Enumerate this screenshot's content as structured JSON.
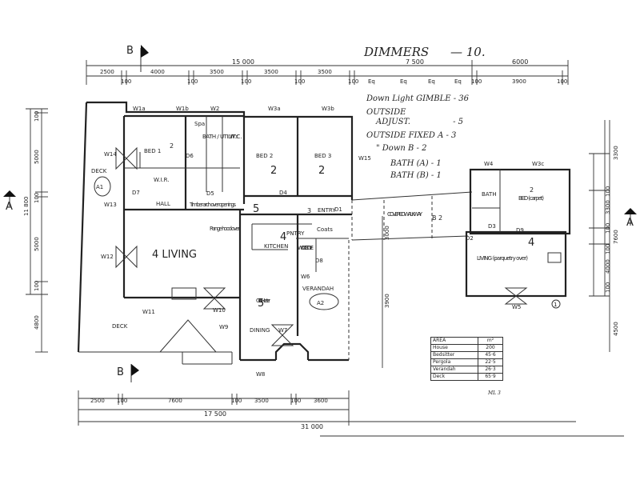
{
  "title": {
    "label": "DIMMERS",
    "value": "— 10."
  },
  "notes": {
    "line1": "Down Light GIMBLE - 36",
    "line2": "OUTSIDE",
    "line3": "ADJUST.",
    "line3_value": "- 5",
    "line4": "OUTSIDE FIXED A - 3",
    "line5": "\" Down B - 2",
    "line6": "BATH (A) - 1",
    "line7": "BATH (B) - 1"
  },
  "dimensions": {
    "top_overall": "15 000",
    "top_segments": [
      "2500",
      "100",
      "4000",
      "100",
      "3500",
      "100",
      "3500",
      "100",
      "3500",
      "100"
    ],
    "top_right_overall": "7 500",
    "top_right_eq": [
      "Eq",
      "Eq",
      "Eq",
      "Eq"
    ],
    "top_right_6000": "6000",
    "top_right_segments": [
      "100",
      "3900",
      "100"
    ],
    "bottom_segments": [
      "2500",
      "100",
      "7600",
      "100",
      "3500",
      "100",
      "3600"
    ],
    "bottom_overall_1": "17 500",
    "bottom_overall_2": "31 000",
    "left_segments": [
      "100",
      "5000",
      "100",
      "5000",
      "100",
      "4800"
    ],
    "left_overall": "11 800",
    "right_segments": [
      "3300",
      "100",
      "3300",
      "100"
    ],
    "right_overall": "7600",
    "right_lower": [
      "100",
      "4000",
      "100"
    ],
    "right_4500": "4500",
    "mid_3000": "3000",
    "mid_3900": "3900"
  },
  "sections": {
    "b_top": "B",
    "b_bottom": "B",
    "a_left": "A",
    "a_right": "A"
  },
  "rooms": {
    "bed1": "BED 1",
    "bed1_num": "2",
    "wir": "W.I.R.",
    "bath_utility": "BATH / UTILITY",
    "wc": "W.C.",
    "spa": "Spa",
    "bed2": "BED 2",
    "bed2_num": "2",
    "bed3": "BED 3",
    "bed3_num": "2",
    "hall": "HALL",
    "deck_left": "DECK",
    "deck_bottom": "DECK",
    "living": "4 LIVING",
    "timber_arch": "Timber arch over openings",
    "range_hood": "Range hood over",
    "kitchen": "KITCHEN",
    "kitchen_num": "4",
    "pantry": "PNTRY",
    "coats": "Coats",
    "entry": "ENTRY",
    "entry_num": "3",
    "hall_num": "5",
    "wood_stove": "WOOD STOVE",
    "gas_heater": "Gas Heater",
    "verandah": "VERANDAH",
    "dining": "DINING",
    "dining_num": "5",
    "covered_walkway": "COVERED WALKWAY",
    "walkway_marks": "B 2",
    "bath_right": "BATH",
    "bed_right": "BED (carpet)",
    "bed_right_num": "2",
    "living_right": "LIVING (parquetry over)",
    "living_right_num": "4",
    "circle_1": "1",
    "verandah_mark": "A2",
    "deck_mark": "A1"
  },
  "windows": [
    "W1a",
    "W1b",
    "W2",
    "W3a",
    "W3b",
    "W14",
    "W13",
    "W12",
    "W11",
    "W10",
    "W9",
    "W8",
    "W7",
    "W6",
    "W15",
    "W4",
    "W3c",
    "W5"
  ],
  "doors": [
    "D1",
    "D2",
    "D3",
    "D4",
    "D5",
    "D6",
    "D7",
    "D8",
    "D9"
  ],
  "area_table": {
    "headers": [
      "AREA",
      "m²"
    ],
    "rows": [
      [
        "House",
        "200"
      ],
      [
        "Bedsitter",
        "45·6"
      ],
      [
        "Pergola",
        "22·5"
      ],
      [
        "Verandah",
        "26·3"
      ],
      [
        "Deck",
        "65·9"
      ]
    ],
    "footer": "ML 3"
  }
}
